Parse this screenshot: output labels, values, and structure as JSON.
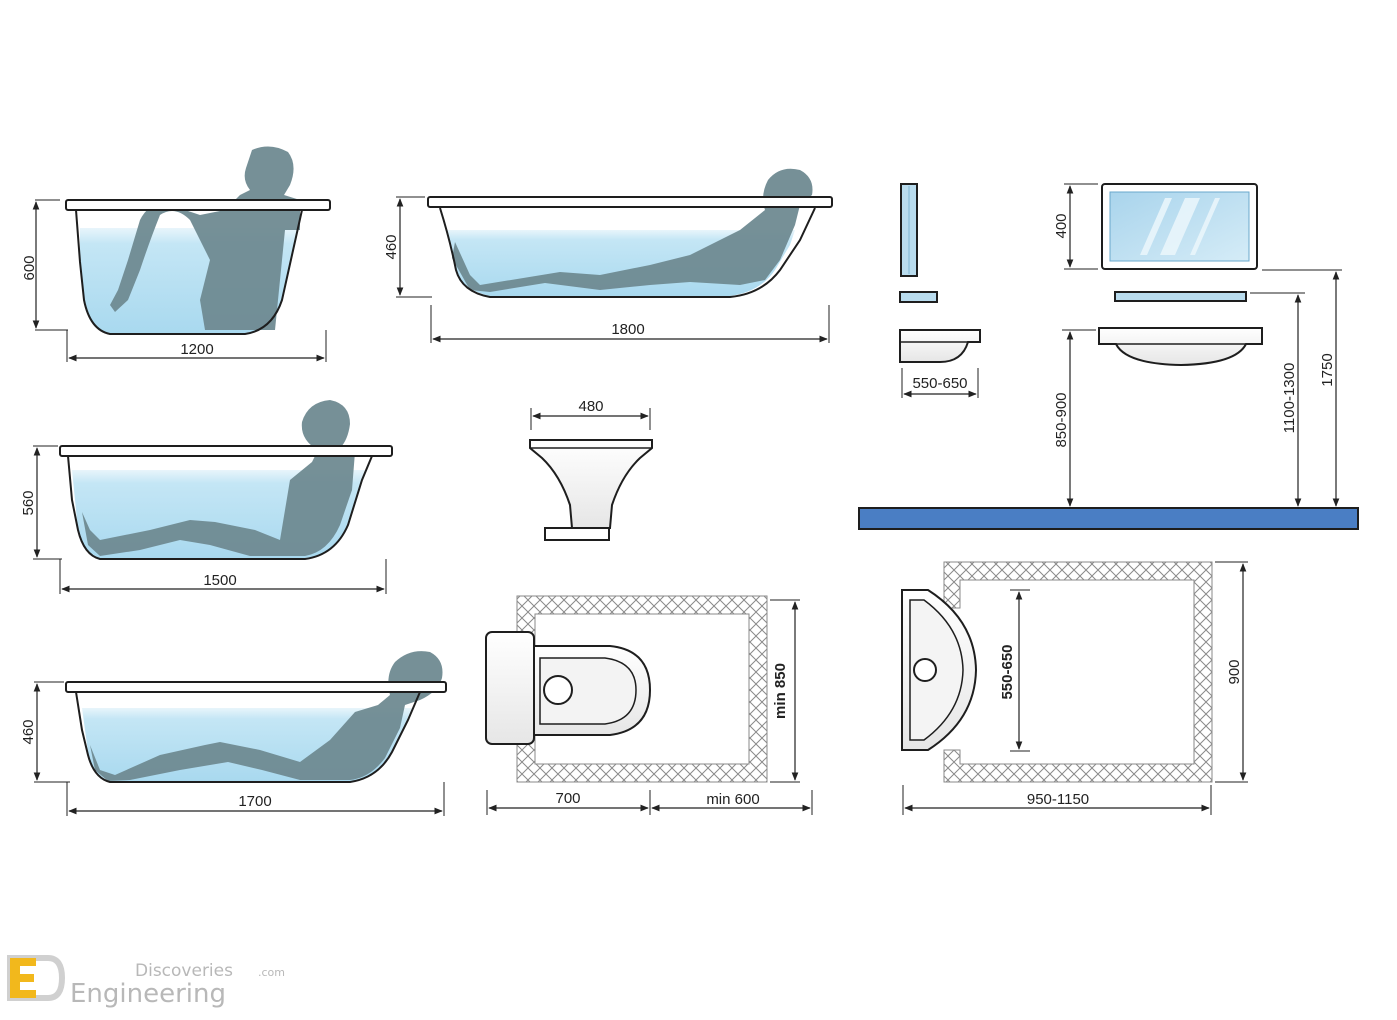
{
  "colors": {
    "water": "#bfe4f4",
    "water_top": "#e6f4fb",
    "silhouette": "#6f8a91",
    "outline": "#1e1e1e",
    "floor": "#4a7ec4",
    "hatch": "#8a8a8a",
    "mirror": "#b9dcee",
    "logo": "#f2b81c"
  },
  "bathtubs": {
    "tub_1200": {
      "height": "600",
      "length": "1200"
    },
    "tub_1800": {
      "height": "460",
      "length": "1800"
    },
    "tub_1500": {
      "height": "560",
      "length": "1500"
    },
    "tub_1700": {
      "height": "460",
      "length": "1700"
    }
  },
  "toilet": {
    "front_width": "480",
    "depth": "700",
    "clearance_front": "min 600",
    "clearance_width": "min 850"
  },
  "washbasin": {
    "side_depth": "550-650",
    "mirror_height": "400",
    "basin_height": "850-900",
    "mirror_bottom": "1100-1300",
    "mirror_top": "1750",
    "plan_width": "550-650",
    "plan_depth": "900",
    "plan_length": "950-1150"
  },
  "branding": {
    "line1": "Discoveries",
    "line1_suffix": ".com",
    "line2": "Engineering"
  }
}
